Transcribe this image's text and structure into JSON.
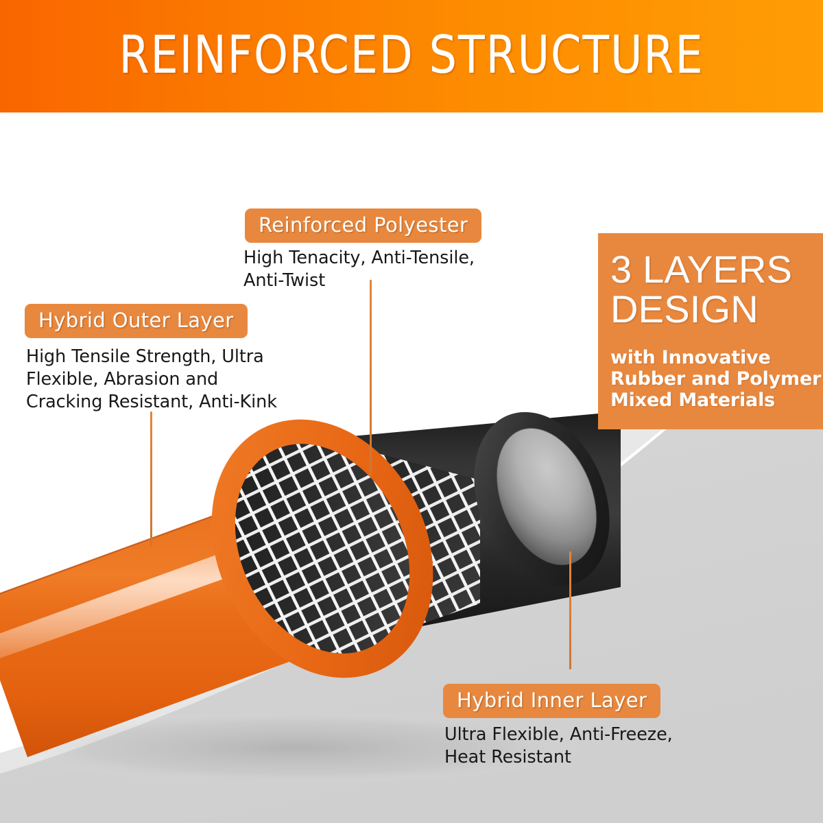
{
  "header": {
    "title": "REINFORCED STRUCTURE",
    "gradient_from": "#F96600",
    "gradient_to": "#FF9D05"
  },
  "theme": {
    "accent_orange": "#E8883F",
    "hose_orange": "#E86A18",
    "leader_line": "#D8803A",
    "body_text": "#17181A",
    "background": "#FFFFFF",
    "background_gray": "#D2D2D2"
  },
  "callouts": [
    {
      "id": "outer-layer",
      "label": "Hybrid Outer Layer",
      "description": "High Tensile Strength, Ultra\nFlexible, Abrasion and\nCracking Resistant, Anti-Kink"
    },
    {
      "id": "polyester",
      "label": "Reinforced Polyester",
      "description": "High Tenacity, Anti-Tensile,\nAnti-Twist"
    },
    {
      "id": "inner-layer",
      "label": "Hybrid Inner Layer",
      "description": "Ultra Flexible, Anti-Freeze,\nHeat Resistant"
    }
  ],
  "panel": {
    "title": "3 LAYERS\nDESIGN",
    "subtitle": "with Innovative\nRubber and Polymer\nMixed Materials"
  },
  "product": {
    "layers": [
      {
        "name": "Hybrid Outer Layer",
        "color": "#E86A18"
      },
      {
        "name": "Reinforced Polyester",
        "color": "#FFFFFF"
      },
      {
        "name": "Hybrid Inner Layer",
        "color": "#232323"
      }
    ]
  }
}
